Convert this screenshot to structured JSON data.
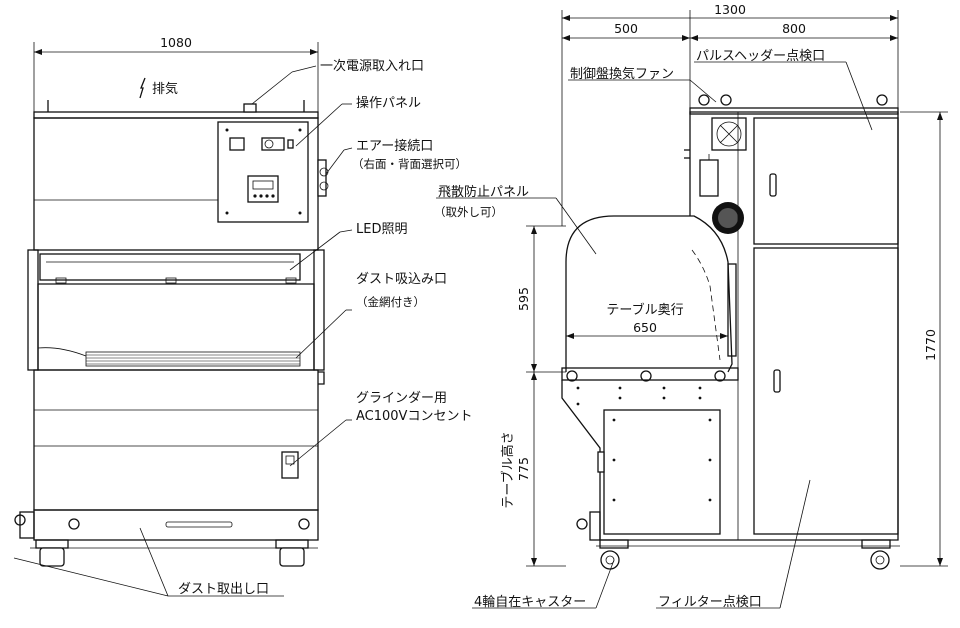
{
  "dimensions": {
    "front_width": "1080",
    "total_depth": "1300",
    "side_depth_a": "500",
    "side_depth_b": "800",
    "height_total": "1770",
    "hood_height": "595",
    "table_height": "775",
    "table_depth": "650"
  },
  "labels": {
    "exhaust": "排気",
    "power_inlet": "一次電源取入れ口",
    "control_panel": "操作パネル",
    "air_connection": "エアー接続口",
    "air_connection_note": "（右面・背面選択可）",
    "led_light": "LED照明",
    "dust_intake": "ダスト吸込み口",
    "dust_intake_note": "（金網付き）",
    "grinder_outlet_line1": "グラインダー用",
    "grinder_outlet_line2": "AC100Vコンセント",
    "dust_outlet": "ダスト取出し口",
    "pulse_header_port": "パルスヘッダー点検口",
    "cabinet_fan": "制御盤換気ファン",
    "splash_panel": "飛散防止パネル",
    "splash_panel_note": "（取外し可）",
    "table_depth_label": "テーブル奥行",
    "table_height_label": "テーブル高さ",
    "casters": "4輪自在キャスター",
    "filter_port": "フィルター点検口"
  }
}
